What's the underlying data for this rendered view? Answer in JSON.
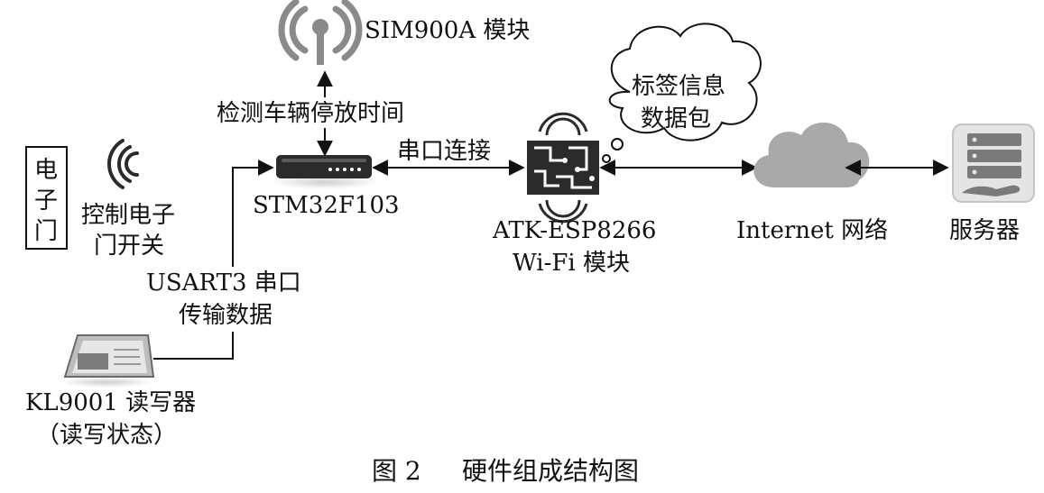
{
  "nodes": {
    "sim900a": "SIM900A 模块",
    "door_line1": "电",
    "door_line2": "子",
    "door_line3": "门",
    "door_control_line1": "控制电子",
    "door_control_line2": "门开关",
    "stm32": "STM32F103",
    "esp8266_line1": "ATK-ESP8266",
    "esp8266_line2": "Wi-Fi 模块",
    "internet": "Internet 网络",
    "server": "服务器",
    "reader_line1": "KL9001 读写器",
    "reader_line2": "（读写状态）"
  },
  "edges": {
    "detect_parking": "检测车辆停放时间",
    "serial_connect": "串口连接",
    "usart_line1": "USART3 串口",
    "usart_line2": "传输数据",
    "tag_packet_line1": "标签信息",
    "tag_packet_line2": "数据包"
  },
  "caption": {
    "figure_no": "图 2",
    "title": "硬件组成结构图"
  },
  "icons": {
    "antenna": "antenna-icon",
    "wireless_waves": "wireless-waves-icon",
    "router": "router-icon",
    "circuit_chip": "circuit-chip-icon",
    "cloud": "cloud-icon",
    "server": "server-icon",
    "card_reader": "card-reader-icon"
  },
  "colors": {
    "line": "#111111",
    "icon_gray": "#8a8a8a",
    "icon_dark": "#2b2b2b"
  }
}
